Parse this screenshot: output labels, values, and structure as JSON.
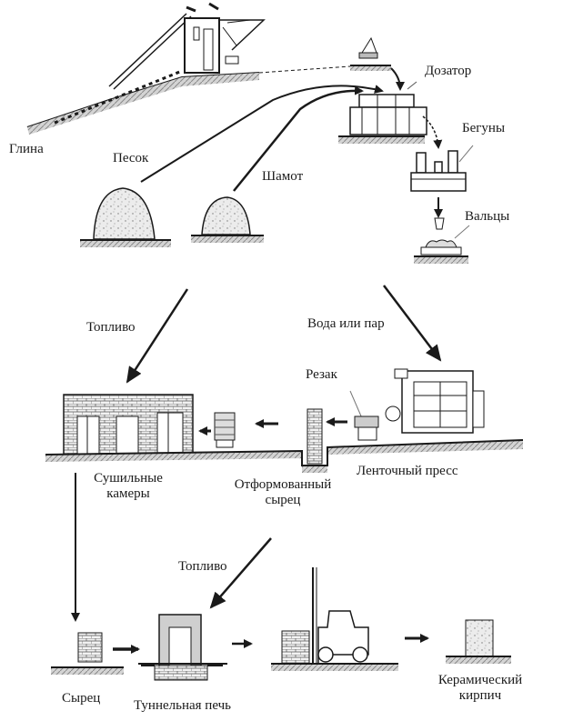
{
  "diagram": {
    "title": "Технологическая схема производства керамического кирпича",
    "labels": {
      "clay": "Глина",
      "sand": "Песок",
      "chamotte": "Шамот",
      "dispenser": "Дозатор",
      "runners": "Бегуны",
      "rollers": "Вальцы",
      "fuel_top": "Топливо",
      "water_steam": "Вода или пар",
      "cutter": "Резак",
      "drying_chambers_l1": "Сушильные",
      "drying_chambers_l2": "камеры",
      "formed_raw_l1": "Отформованный",
      "formed_raw_l2": "сырец",
      "belt_press": "Ленточный пресс",
      "fuel_bottom": "Топливо",
      "raw_brick": "Сырец",
      "tunnel_kiln": "Туннельная печь",
      "ceramic_brick_l1": "Керамический",
      "ceramic_brick_l2": "кирпич"
    },
    "colors": {
      "ink": "#1a1a1a",
      "ground": "#9a9a9a",
      "shade": "#c8c8c8",
      "background": "#ffffff"
    }
  }
}
